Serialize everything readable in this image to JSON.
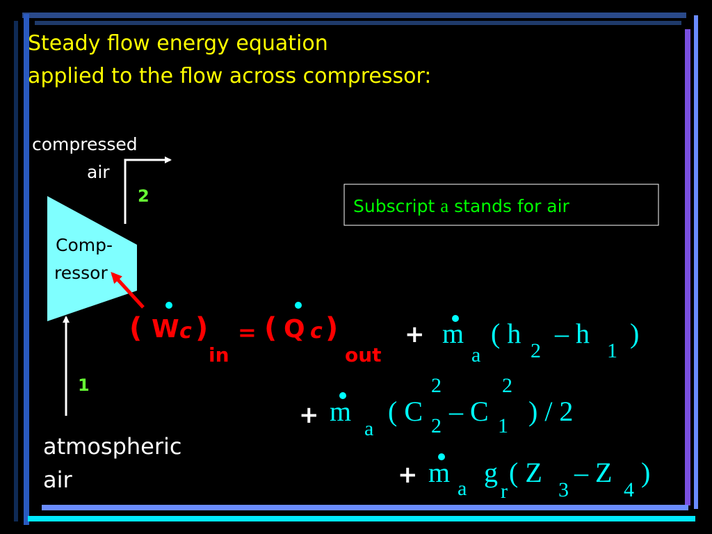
{
  "title": {
    "line1": "Steady flow energy equation",
    "line2": "applied to the flow across compressor:"
  },
  "diagram": {
    "outlet_label_line1": "compressed",
    "outlet_label_line2": "air",
    "outlet_station": "2",
    "inlet_label_line1": "atmospheric",
    "inlet_label_line2": "air",
    "inlet_station": "1",
    "compressor_label_line1": "Comp-",
    "compressor_label_line2": "ressor"
  },
  "note": {
    "prefix": "Subscript ",
    "symbol": "a",
    "suffix": " stands for air"
  },
  "equation": {
    "lhs_open": "(",
    "lhs_symbol": "W",
    "lhs_sub_c": "c",
    "lhs_close": ")",
    "lhs_sub": "in",
    "equals": "=",
    "q_open": "(",
    "q_symbol": "Q",
    "q_sub_c": "c",
    "q_close": ")",
    "q_sub": "out",
    "plus": "+",
    "m": "m",
    "a": "a",
    "term1_body": "( h",
    "h2_sub": "2",
    "minus_h": "– h",
    "h1_sub": "1",
    "close_paren": ")",
    "term2_open": "( C",
    "c2_sup": "2",
    "c2_sub": "2",
    "minus_c": "– C",
    "c1_sup": "2",
    "c1_sub": "1",
    "term2_close": ") / 2",
    "g": "g",
    "r": "r",
    "term3_open": "( Z",
    "z3_sub": "3",
    "minus_z": "– Z",
    "z4_sub": "4",
    "term3_close": ")"
  },
  "colors": {
    "background": "#000000",
    "title_yellow": "#ffff00",
    "equation_red": "#ff0000",
    "equation_cyan": "#00ffff",
    "note_green": "#00ff00",
    "station_green": "#66ff33",
    "compressor_fill": "#7fffff",
    "frame_blue": "#6a8cff",
    "frame_cyan": "#00ffff"
  }
}
